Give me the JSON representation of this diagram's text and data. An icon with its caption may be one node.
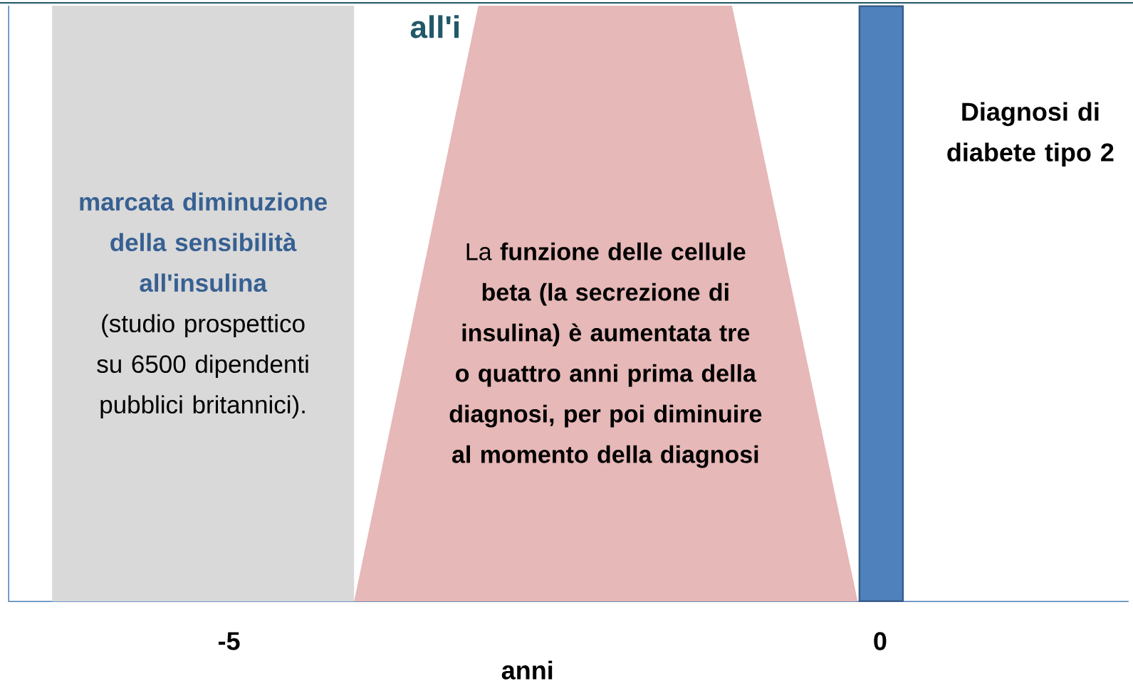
{
  "diagram": {
    "nodes": [
      {
        "text": [
          "marcata diminuzione della sensibilità all'insulina",
          "(studio prospettico su 6500 dipendenti pubblici britannici)."
        ]
      },
      {
        "text": [
          "La **funzione delle cellule beta (la secrezione di insulina) è aumentata tre o quattro anni prima della diagnosi, per poi diminuire al momento della diagnosi**"
        ]
      },
      {
        "text": [],
        "shape": "bar"
      }
    ],
    "edges": [],
    "labels": [
      "all'i",
      "Diagnosi di diabete tipo 2",
      "-5",
      "0",
      "anni"
    ]
  }
}
